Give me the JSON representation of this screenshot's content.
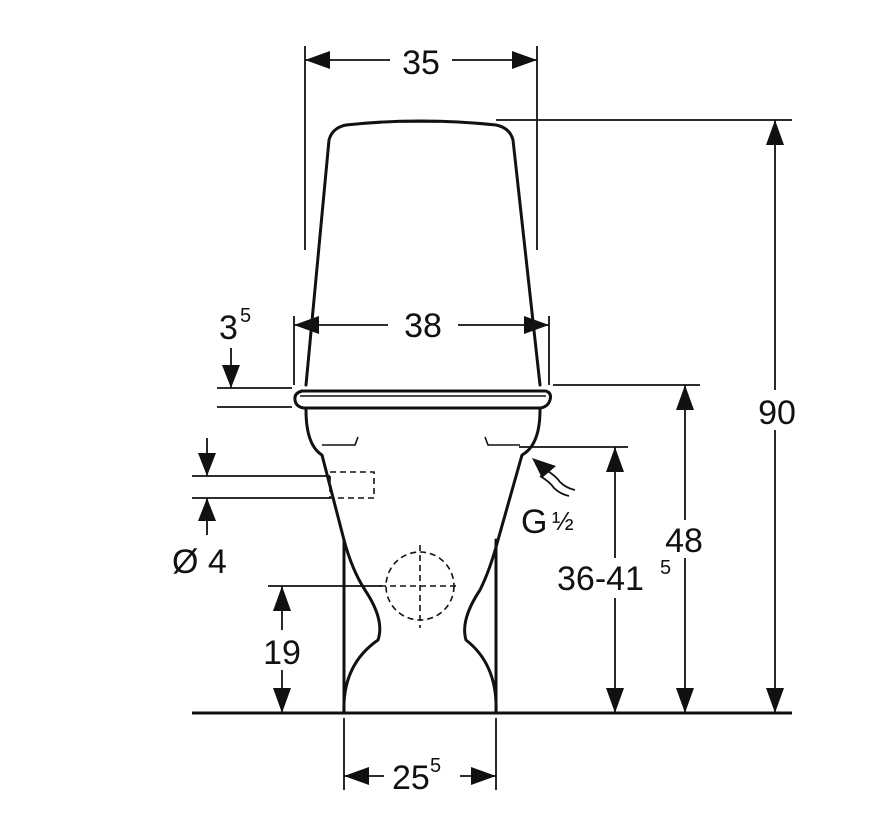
{
  "dimensions": {
    "cistern_width": "35",
    "seat_width": "38",
    "seat_thickness": {
      "base": "3",
      "sup": "5"
    },
    "total_height": "90",
    "seat_height": "48",
    "inlet_height": {
      "base": "36-41",
      "sup": "5"
    },
    "inlet_thread": {
      "base": "G",
      "frac": "½"
    },
    "pipe_diameter": "Ø 4",
    "outlet_height": "19",
    "foot_width": {
      "base": "25",
      "sup": "5"
    }
  }
}
